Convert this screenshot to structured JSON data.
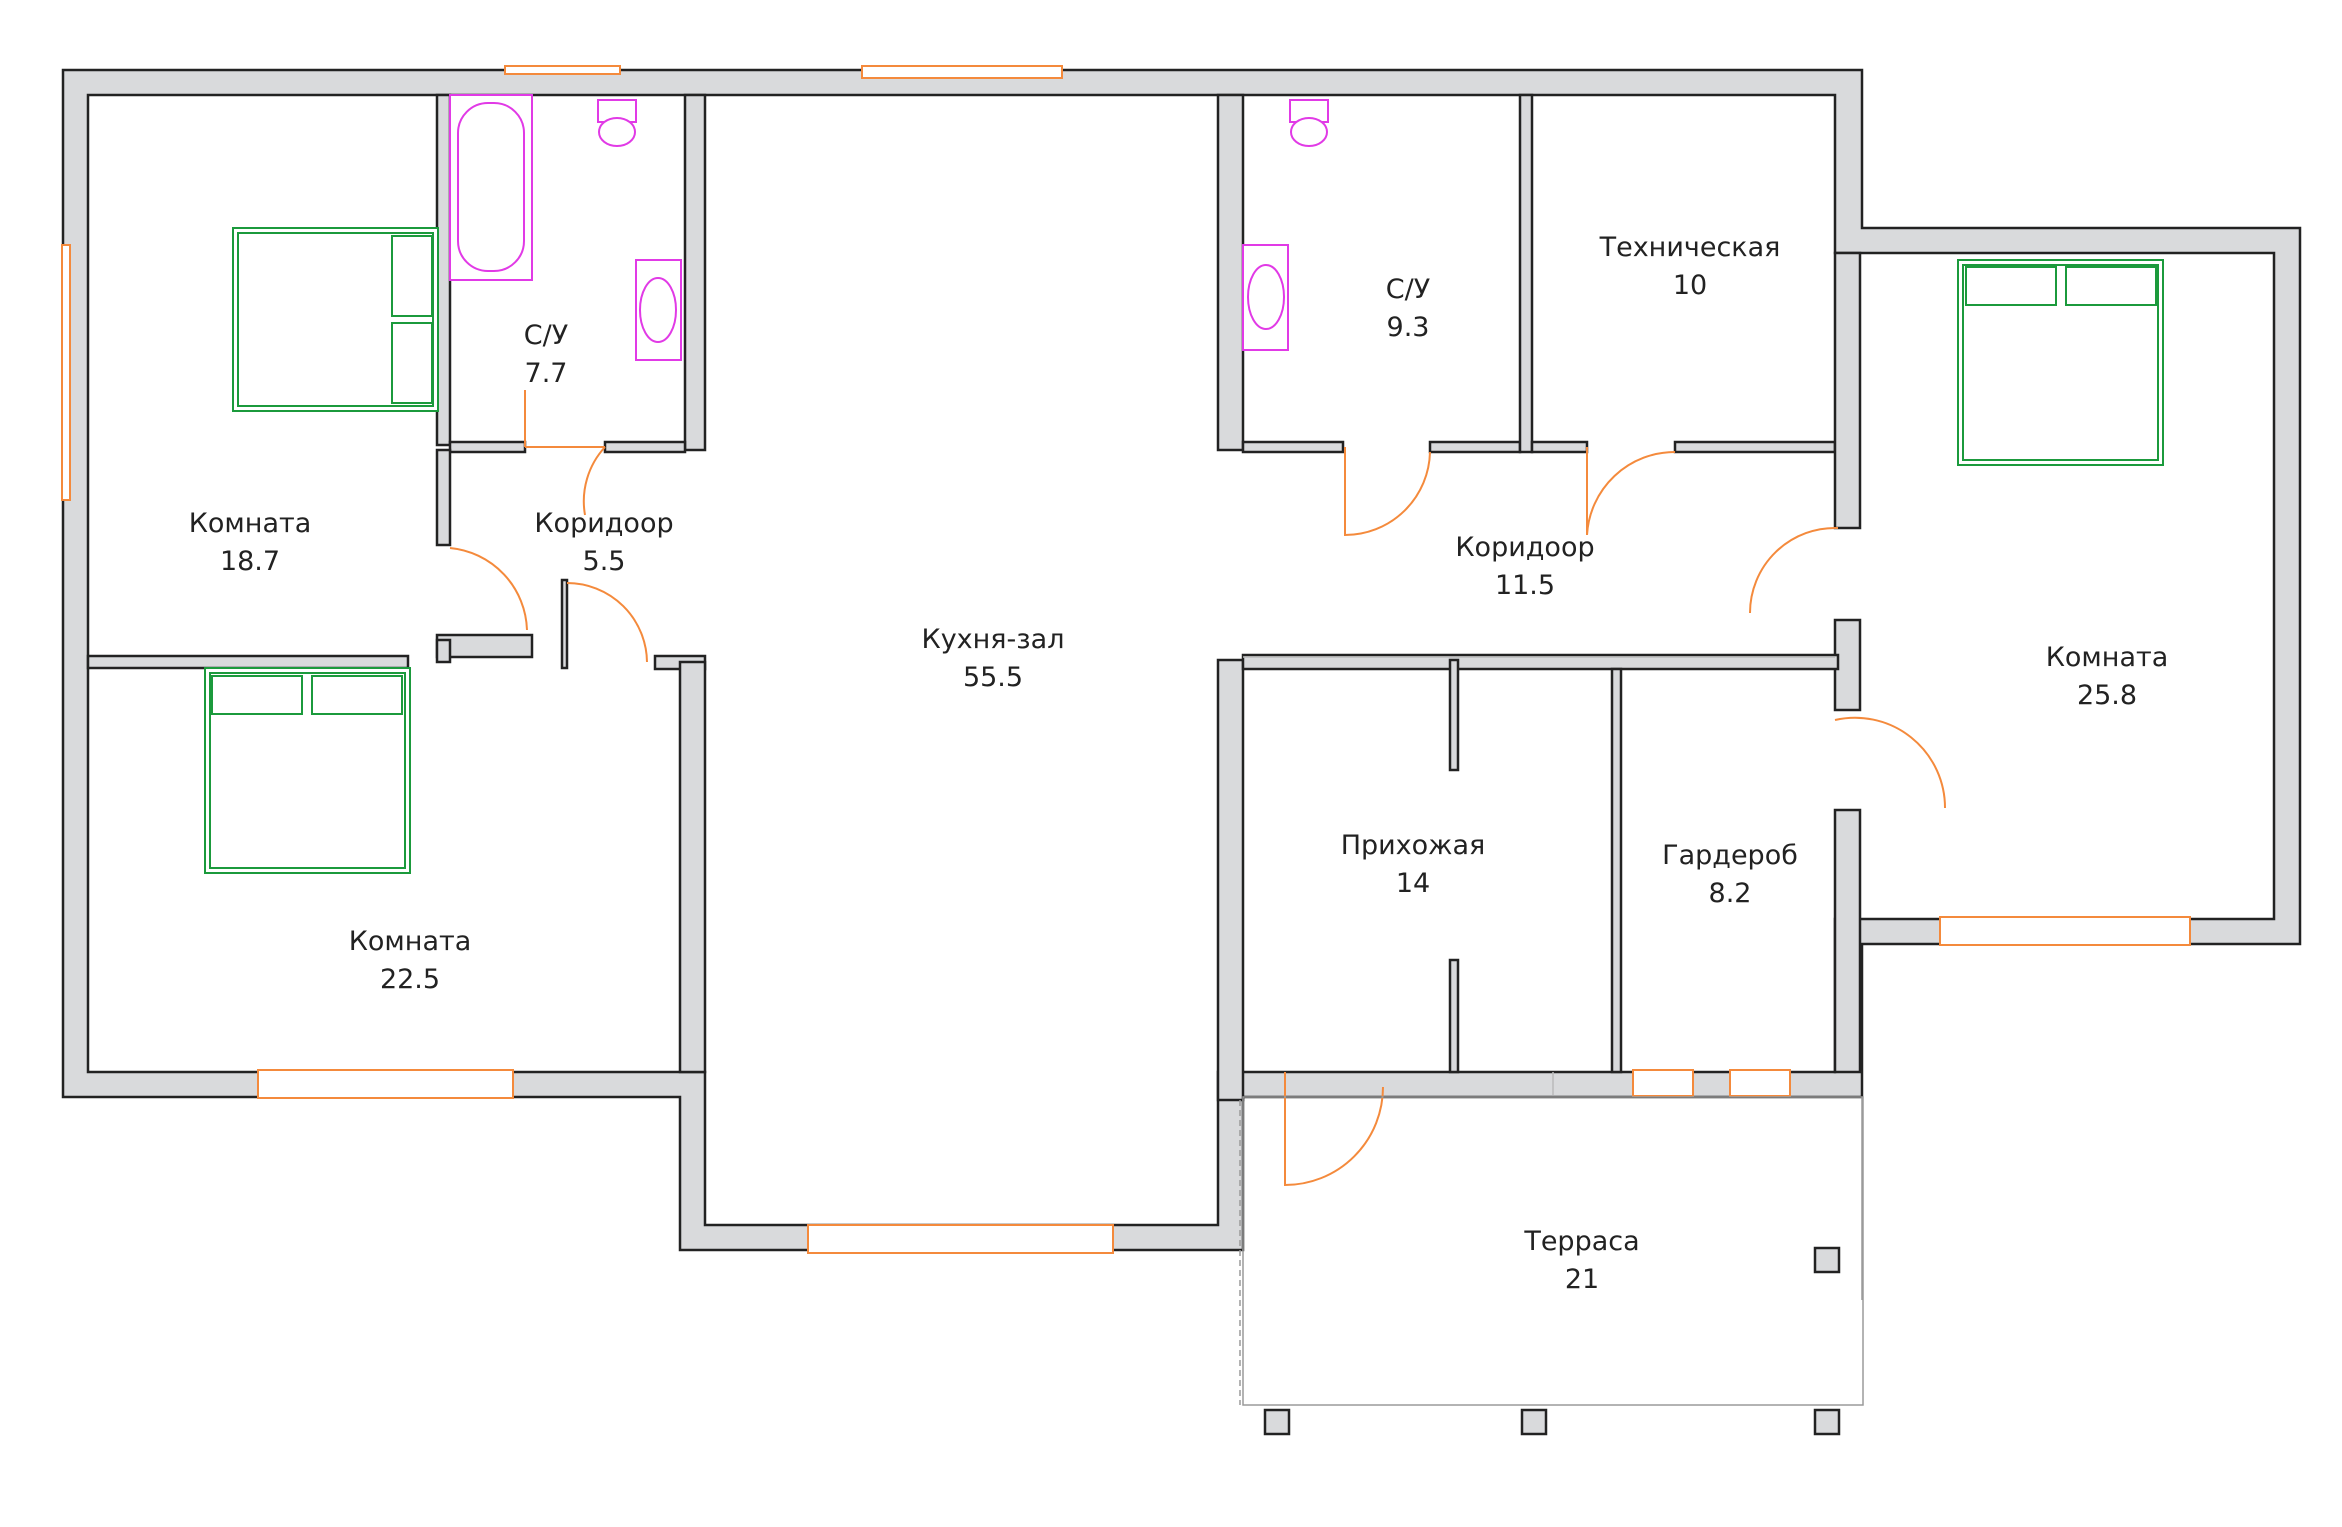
{
  "rooms": {
    "room_nw": {
      "name": "Комната",
      "area": "18.7"
    },
    "bath_left": {
      "name": "С/У",
      "area": "7.7"
    },
    "corridor_left": {
      "name": "Коридоор",
      "area": "5.5"
    },
    "kitchen_hall": {
      "name": "Кухня-зал",
      "area": "55.5"
    },
    "room_sw": {
      "name": "Комната",
      "area": "22.5"
    },
    "bath_right": {
      "name": "С/У",
      "area": "9.3"
    },
    "technical": {
      "name": "Техническая",
      "area": "10"
    },
    "corridor_right": {
      "name": "Коридоор",
      "area": "11.5"
    },
    "room_east": {
      "name": "Комната",
      "area": "25.8"
    },
    "hallway": {
      "name": "Прихожая",
      "area": "14"
    },
    "wardrobe": {
      "name": "Гардероб",
      "area": "8.2"
    },
    "terrace": {
      "name": "Терраса",
      "area": "21"
    }
  },
  "colors": {
    "wall_fill": "#d9dadc",
    "wall_outline": "#222222",
    "window": "#f48a3c",
    "door": "#f48a3c",
    "furniture_bed": "#1b9a3c",
    "plumbing": "#e13ae6"
  }
}
